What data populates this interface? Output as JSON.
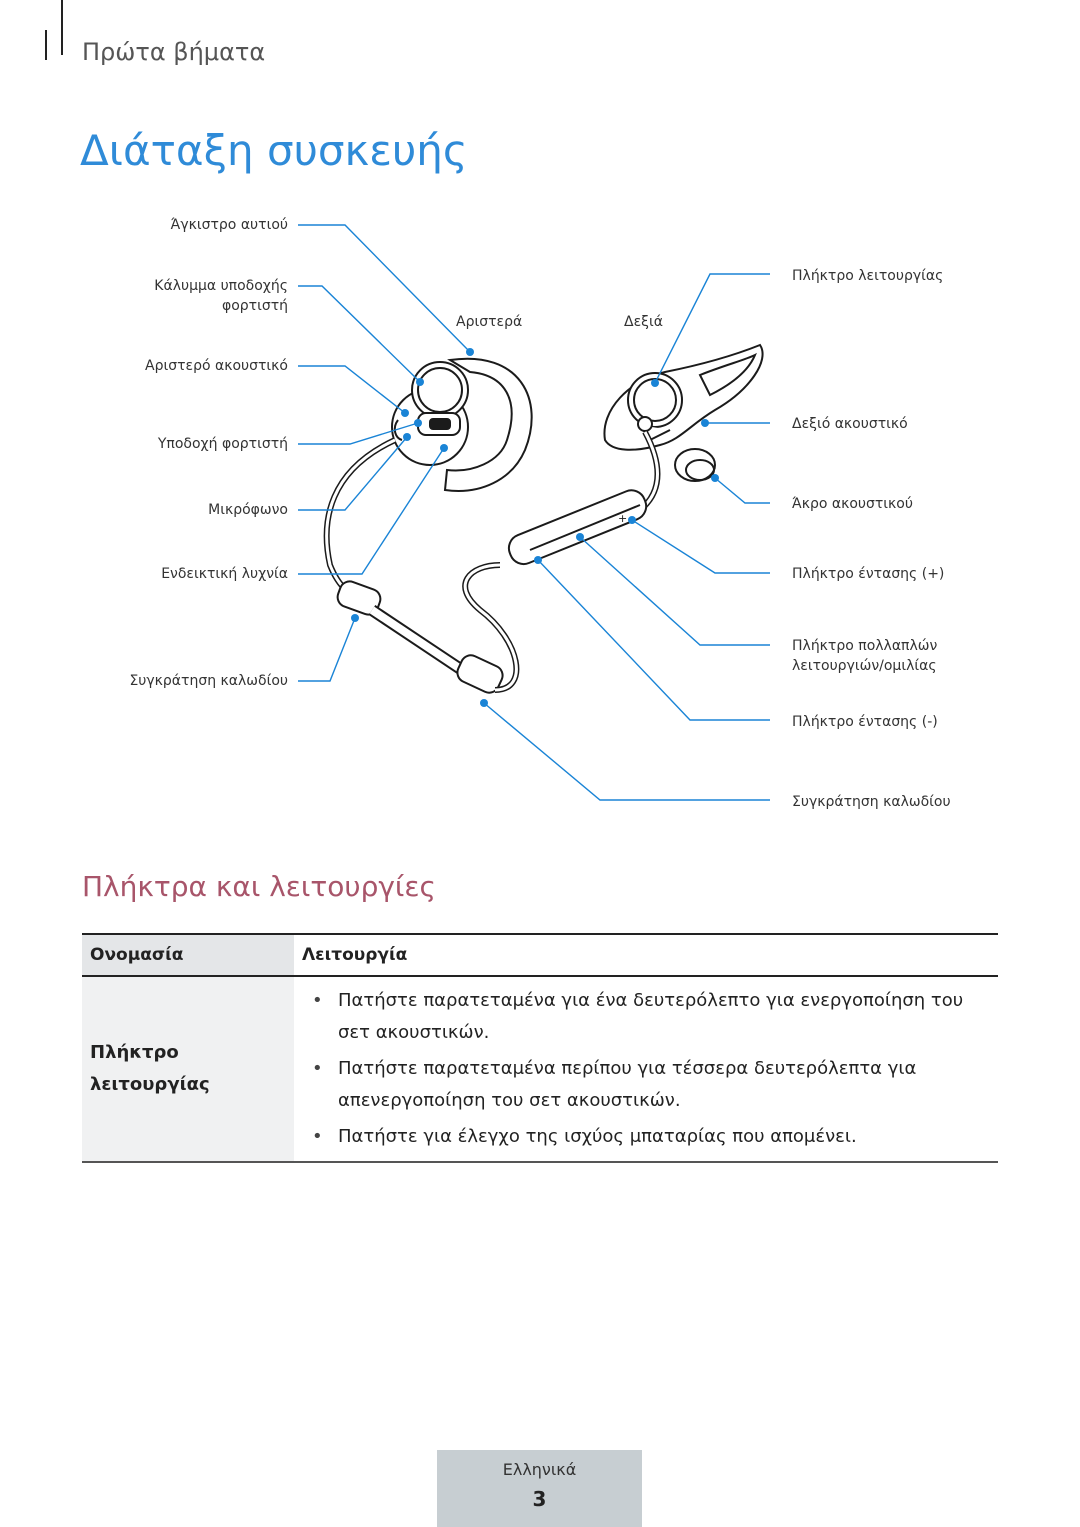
{
  "header": {
    "section": "Πρώτα βήματα",
    "title": "Διάταξη συσκευής"
  },
  "diagram": {
    "left_labels": {
      "ear_hook": "Άγκιστρο αυτιού",
      "charger_cover_1": "Κάλυμμα υποδοχής",
      "charger_cover_2": "φορτιστή",
      "left_earpiece": "Αριστερό ακουστικό",
      "charger_port": "Υποδοχή φορτιστή",
      "microphone": "Μικρόφωνο",
      "indicator_light": "Ενδεικτική λυχνία",
      "cable_clip_left": "Συγκράτηση καλωδίου"
    },
    "side_labels": {
      "left": "Αριστερά",
      "right": "Δεξιά"
    },
    "right_labels": {
      "function_key": "Πλήκτρο λειτουργίας",
      "right_earpiece": "Δεξιό ακουστικό",
      "ear_tip": "Άκρο ακουστικού",
      "volume_up": "Πλήκτρο έντασης (+)",
      "multifunction_1": "Πλήκτρο πολλαπλών",
      "multifunction_2": "λειτουργιών/ομιλίας",
      "volume_down": "Πλήκτρο έντασης (-)",
      "cable_clip_right": "Συγκράτηση καλωδίου"
    },
    "line_color": "#1a84d6"
  },
  "functions_section": {
    "title": "Πλήκτρα και λειτουργίες",
    "headers": {
      "name": "Ονομασία",
      "function": "Λειτουργία"
    },
    "rows": [
      {
        "name": "Πλήκτρο λειτουργίας",
        "items": [
          "Πατήστε παρατεταμένα για ένα δευτερόλεπτο για ενεργοποίηση του σετ ακουστικών.",
          "Πατήστε παρατεταμένα περίπου για τέσσερα δευτερόλεπτα για απενεργοποίηση του σετ ακουστικών.",
          "Πατήστε για έλεγχο της ισχύος μπαταρίας που απομένει."
        ]
      }
    ]
  },
  "footer": {
    "language": "Ελληνικά",
    "page_number": "3"
  }
}
